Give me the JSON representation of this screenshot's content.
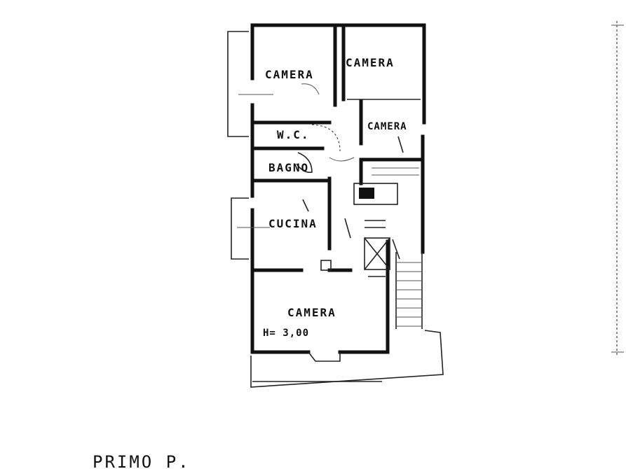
{
  "plan": {
    "rooms": {
      "camera_top_left": "CAMERA",
      "camera_top_right": "CAMERA",
      "camera_small": "CAMERA",
      "wc": "W.C.",
      "bagno": "BAGNO",
      "cucina": "CUCINA",
      "camera_bottom": "CAMERA"
    },
    "height_note": "H= 3,00",
    "floor_label": "PRIMO P."
  }
}
